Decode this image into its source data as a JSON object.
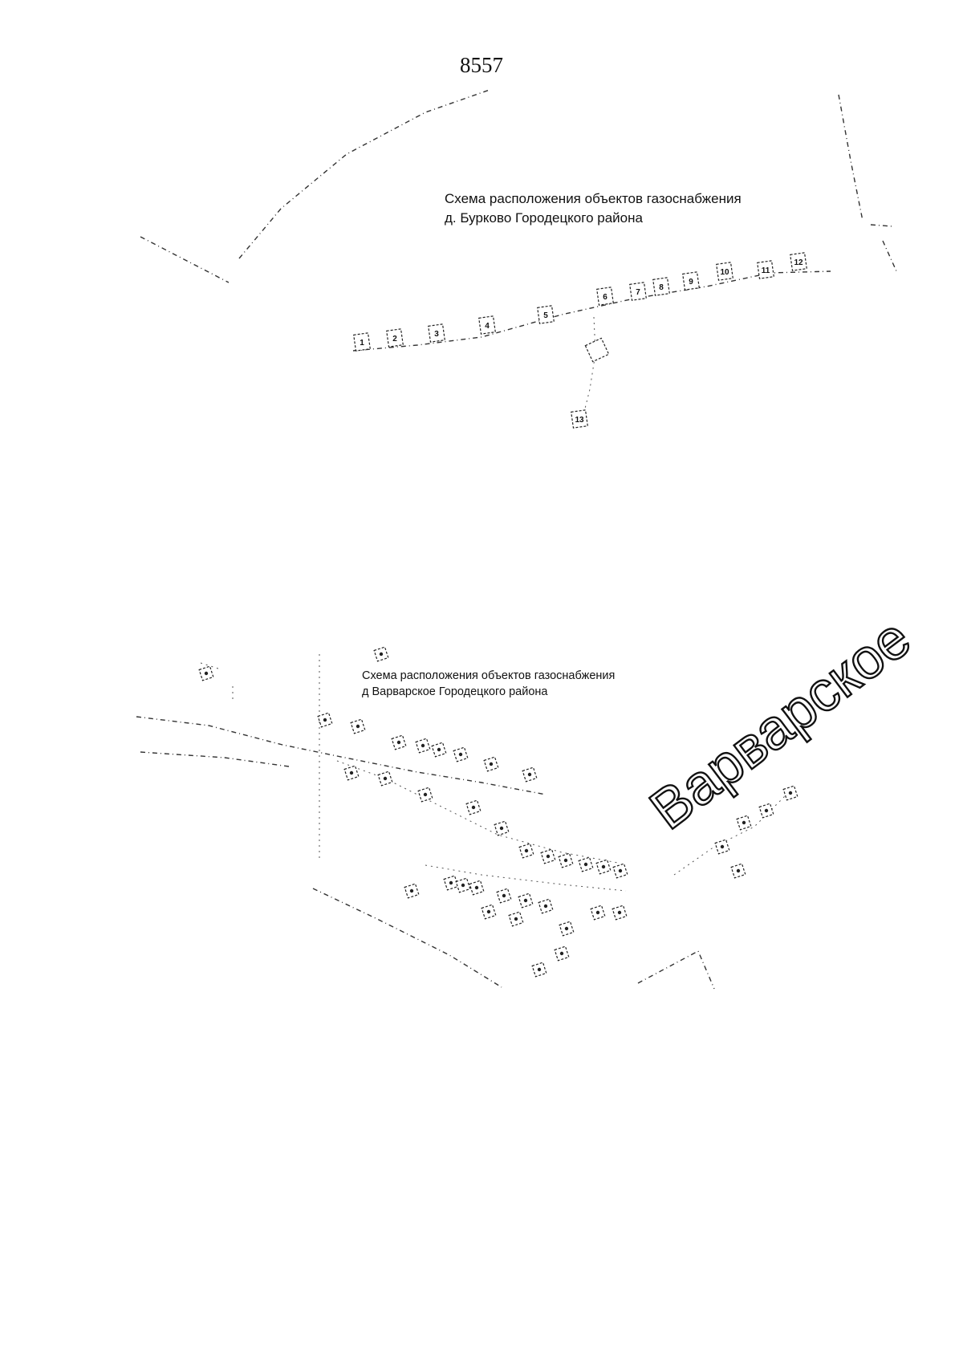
{
  "page_number": "8557",
  "burkovo": {
    "caption_line1": "Схема расположения объектов газоснабжения",
    "caption_line2": "д. Бурково Городецкого района",
    "house_numbers": [
      "1",
      "2",
      "3",
      "4",
      "5",
      "6",
      "7",
      "8",
      "9",
      "10",
      "11",
      "12",
      "13"
    ]
  },
  "varvarskoe": {
    "caption_line1": "Схема расположения объектов газоснабжения",
    "caption_line2": "д  Варварское Городецкого района",
    "watermark_text": "Варварское"
  }
}
